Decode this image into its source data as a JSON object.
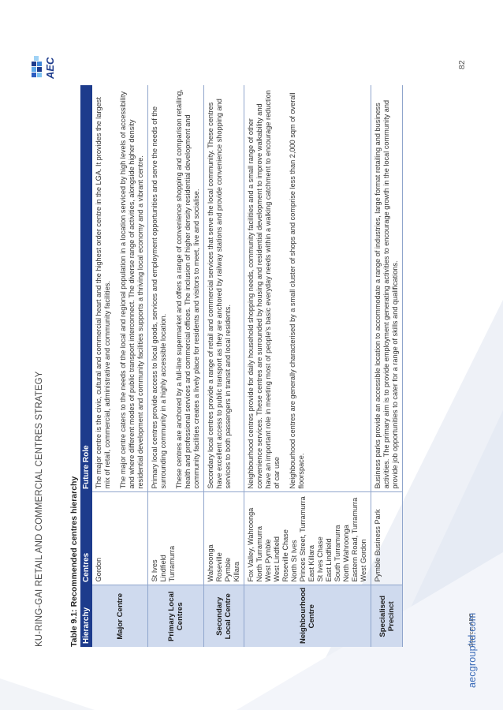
{
  "header": {
    "title": "KU-RING-GAI RETAIL AND COMMERCIAL CENTRES STRATEGY",
    "logo_text": "AEC"
  },
  "table": {
    "caption": "Table 9.1: Recommended centres hierarchy",
    "columns": [
      "Hierarchy",
      "Centres",
      "Future Role"
    ],
    "rows": [
      {
        "hierarchy": "Major Centre",
        "centres": [
          "Gordon"
        ],
        "role": [
          "The major centre is the civic, cultural and commercial heart and the highest order centre in the LGA. It provides the largest mix of retail, commercial, administrative and community facilities.",
          "The major centre caters to the needs of the local and regional population in a location serviced by high levels of accessibility and where different modes of public transport interconnect. The diverse range of activities, alongside higher density residential development and community facilities supports a thriving local economy and a vibrant centre."
        ]
      },
      {
        "hierarchy": "Primary Local Centres",
        "centres": [
          "St Ives",
          "Lindfield",
          "Turramurra"
        ],
        "role": [
          "Primary local centres provide access to local goods, services and employment opportunities and serve the needs of the surrounding community in a highly accessible location.",
          "These centres are anchored by a full-line supermarket and offers a range of convenience shopping and comparison retailing, health and professional services and commercial offices. The inclusion of higher density residential development and community facilities creates a lively place for residents and visitors to meet, live and socialise."
        ]
      },
      {
        "hierarchy": "Secondary Local Centre",
        "centres": [
          "Wahroonga",
          "Roseville",
          "Pymble",
          "Killara"
        ],
        "role": [
          "Secondary local centres provide a range of retail and commercial services that serve the local community. These centres have excellent access to public transport as they are anchored by railway stations and provide convenience shopping and services to both passengers in transit and local residents."
        ]
      },
      {
        "hierarchy": "Neighbourhood Centre",
        "centres": [
          "Fox Valley, Wahroonga",
          "North Turramurra",
          "West Pymble",
          "West Lindfield",
          "Roseville Chase",
          "North St Ives",
          "Princes Street, Turramurra",
          "East Killara",
          "St Ives Chase",
          "East Lindfield",
          "South Turramurra",
          "North Wahroonga",
          "Eastern Road, Turramurra",
          "West Gordon"
        ],
        "role": [
          "Neighbourhood centres provide for daily household shopping needs, community facilities and a small range of other convenience services. These centres are surrounded by housing and residential development to improve walkability and have an important role in meeting most of people's basic everyday needs within a walking catchment to encourage reduction of car use",
          "Neighbourhood centres are generally characterised by a small cluster of shops and comprise less than 2,000 sqm of overall floorspace."
        ]
      },
      {
        "hierarchy": "Specialised Precinct",
        "centres": [
          "Pymble Business Park"
        ],
        "role": [
          "Business parks provide an accessible location to accommodate a range of industries, large format retailing and business activities. The primary aim is to provide employment generating activities to encourage growth in the local community and provide job opportunities to cater for a range of skills and qualifications."
        ]
      }
    ],
    "source": "Source: AEC"
  },
  "footer": {
    "url": "aecgroupltd.com",
    "page_number": "82"
  },
  "colors": {
    "header_fill": "#1d3b8c",
    "hierarchy_fill": "#cfdaee",
    "url_blue": "#3a6bb8"
  }
}
